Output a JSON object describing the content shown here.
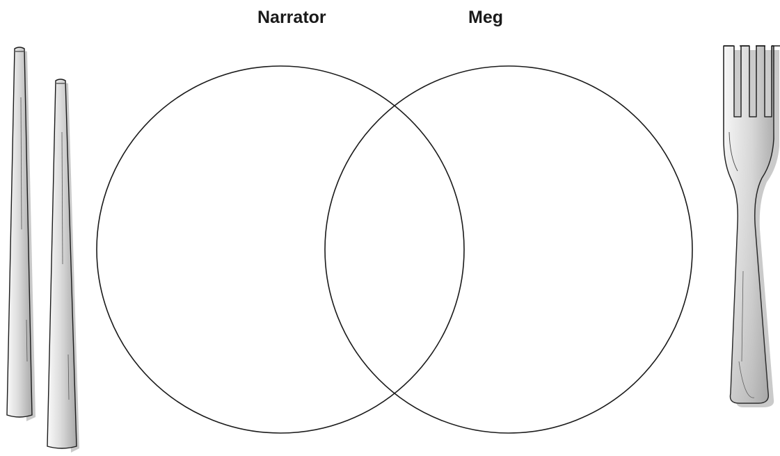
{
  "diagram": {
    "type": "venn",
    "circles": [
      {
        "label": "Narrator"
      },
      {
        "label": "Meg"
      }
    ]
  },
  "decorations": {
    "left": "chopsticks-icon",
    "right": "fork-icon"
  },
  "colors": {
    "line": "#1a1a1a",
    "utensil_shadow": "#c8c8c8",
    "utensil_light": "#f4f4f4",
    "utensil_mid": "#b9b9b9"
  }
}
